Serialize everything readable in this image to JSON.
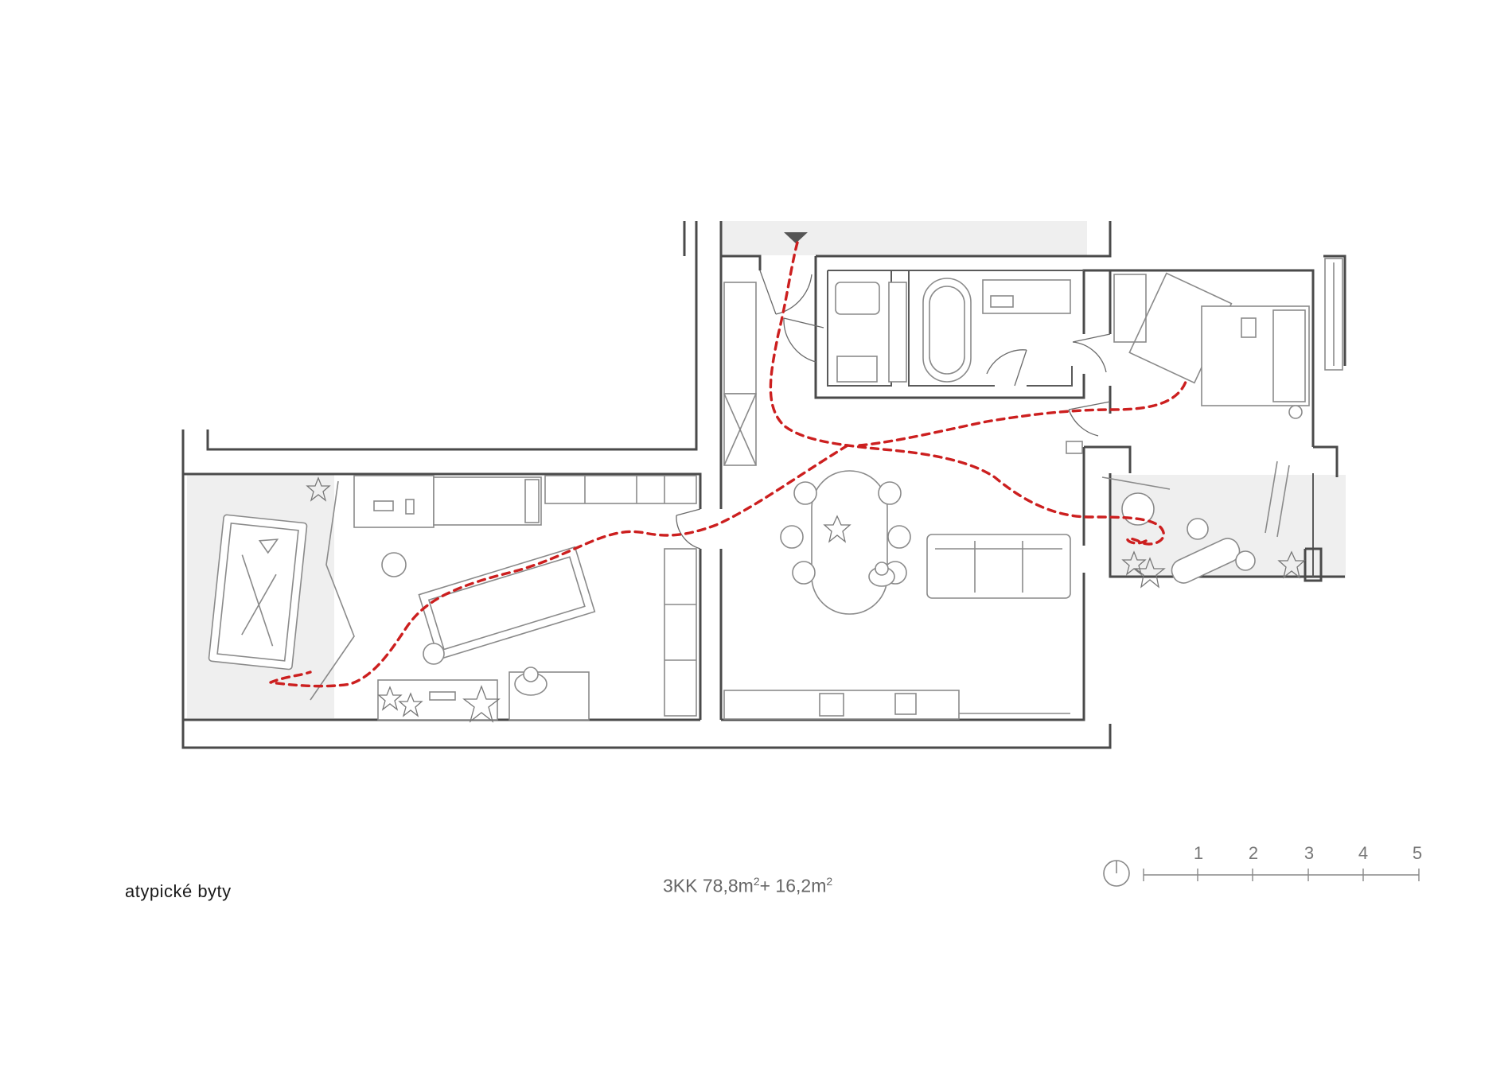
{
  "caption": {
    "type_label": "atypické byty",
    "layout_code": "3KK",
    "area_main": "78,8m",
    "area_sup_1": "2",
    "area_joiner": "+ 16,2m",
    "area_sup_2": "2"
  },
  "scale_bar": {
    "ticks": [
      "1",
      "2",
      "3",
      "4",
      "5"
    ]
  },
  "colors": {
    "route": "#cc1f1f",
    "wall": "#4a4a4a",
    "furniture": "#8a8a8a",
    "shaded_zone": "#efefef"
  },
  "icons": [
    "north-arrow-icon",
    "entry-triangle-icon",
    "plant-icon",
    "person-icon"
  ]
}
